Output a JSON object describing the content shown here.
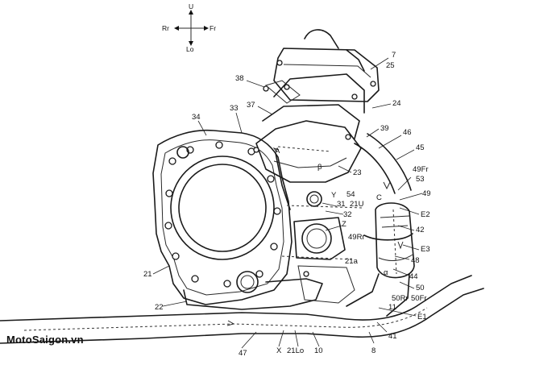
{
  "compass": {
    "up": "U",
    "down": "Lo",
    "left": "Rr",
    "right": "Fr"
  },
  "labels": [
    {
      "id": "7",
      "text": "7"
    },
    {
      "id": "25",
      "text": "25"
    },
    {
      "id": "38",
      "text": "38"
    },
    {
      "id": "37",
      "text": "37"
    },
    {
      "id": "24",
      "text": "24"
    },
    {
      "id": "34",
      "text": "34"
    },
    {
      "id": "33",
      "text": "33"
    },
    {
      "id": "39",
      "text": "39"
    },
    {
      "id": "46",
      "text": "46"
    },
    {
      "id": "45",
      "text": "45"
    },
    {
      "id": "A",
      "text": "A"
    },
    {
      "id": "beta",
      "text": "β"
    },
    {
      "id": "23",
      "text": "23"
    },
    {
      "id": "49Fr",
      "text": "49Fr"
    },
    {
      "id": "53",
      "text": "53"
    },
    {
      "id": "49",
      "text": "49"
    },
    {
      "id": "Y",
      "text": "Y"
    },
    {
      "id": "54",
      "text": "54"
    },
    {
      "id": "31",
      "text": "31"
    },
    {
      "id": "21U",
      "text": "21U"
    },
    {
      "id": "32",
      "text": "32"
    },
    {
      "id": "Z",
      "text": "Z"
    },
    {
      "id": "C",
      "text": "C"
    },
    {
      "id": "E2",
      "text": "E2"
    },
    {
      "id": "42",
      "text": "42"
    },
    {
      "id": "49Rr",
      "text": "49Rr"
    },
    {
      "id": "E3",
      "text": "E3"
    },
    {
      "id": "48",
      "text": "48"
    },
    {
      "id": "21a",
      "text": "21a"
    },
    {
      "id": "alpha",
      "text": "α"
    },
    {
      "id": "44",
      "text": "44"
    },
    {
      "id": "21",
      "text": "21"
    },
    {
      "id": "50",
      "text": "50"
    },
    {
      "id": "50Rr",
      "text": "50Rr"
    },
    {
      "id": "50Fr",
      "text": "50Fr"
    },
    {
      "id": "11",
      "text": "11"
    },
    {
      "id": "22",
      "text": "22"
    },
    {
      "id": "E1",
      "text": "E1"
    },
    {
      "id": "41",
      "text": "41"
    },
    {
      "id": "47",
      "text": "47"
    },
    {
      "id": "X",
      "text": "X"
    },
    {
      "id": "21Lo",
      "text": "21Lo"
    },
    {
      "id": "10",
      "text": "10"
    },
    {
      "id": "8",
      "text": "8"
    }
  ],
  "watermark": "MotoSaigon.vn"
}
